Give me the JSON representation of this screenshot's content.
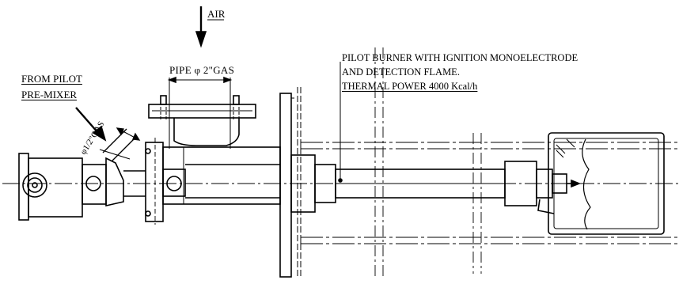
{
  "labels": {
    "air": "AIR",
    "pipe_gas": "PIPE φ 2\"GAS",
    "from_pilot_line1": "FROM PILOT",
    "from_pilot_line2": "PRE-MIXER",
    "small_gas": "φ1/2\"GAS",
    "burner_line1": "PILOT BURNER WITH IGNITION MONOELECTRODE",
    "burner_line2": "AND DETECTION FLAME.",
    "burner_line3": "THERMAL POWER 4000 Kcal/h"
  },
  "colors": {
    "ink": "#000000",
    "paper": "#ffffff"
  }
}
